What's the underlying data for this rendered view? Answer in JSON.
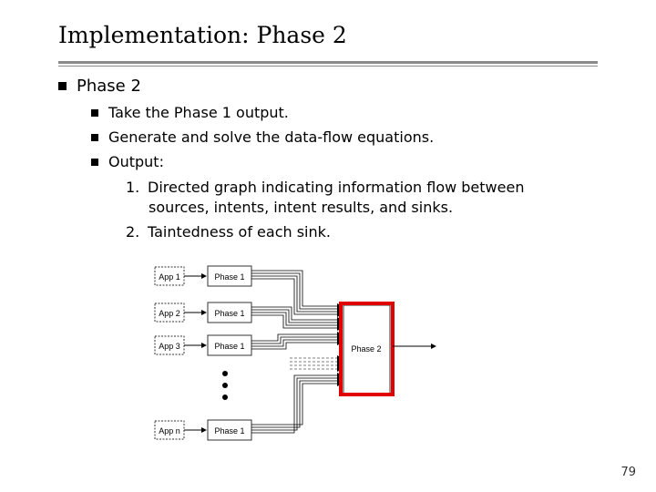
{
  "slide": {
    "title": "Implementation: Phase 2",
    "page_number": "79"
  },
  "bullets": {
    "level1": "Phase 2",
    "level2": [
      "Take the Phase 1 output.",
      "Generate and solve the data-flow equations.",
      "Output:"
    ],
    "numbered": [
      {
        "num": "1.",
        "line1": "Directed graph indicating information flow between",
        "line2": "sources, intents, intent results, and sinks."
      },
      {
        "num": "2.",
        "line1": "Taintedness of each sink."
      }
    ]
  },
  "diagram": {
    "apps": [
      "App 1",
      "App 2",
      "App 3",
      "App n"
    ],
    "phase1_label": "Phase 1",
    "phase2_label": "Phase 2",
    "highlight_color": "#e00000"
  }
}
